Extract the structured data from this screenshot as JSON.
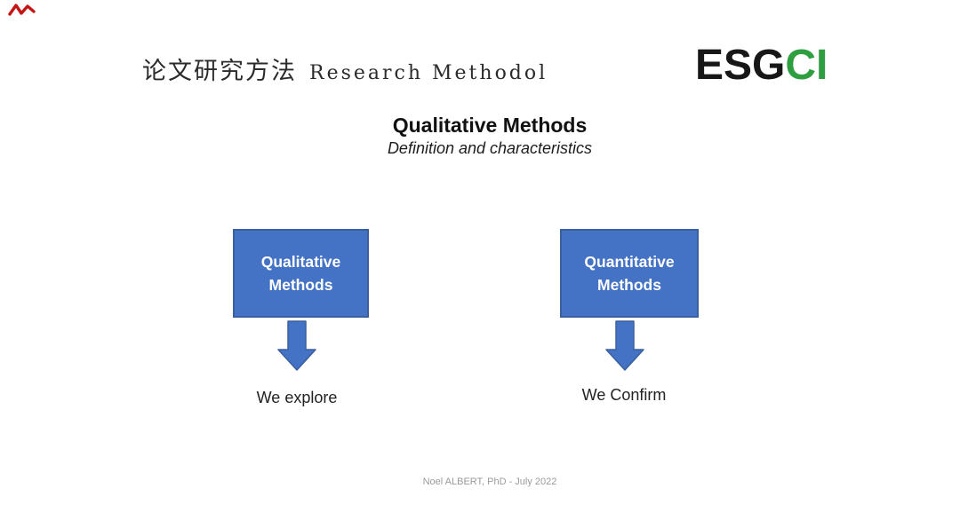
{
  "slide": {
    "header": {
      "title_cjk": "论文研究方法",
      "title_en": "Research Methodol"
    },
    "logo": {
      "black_part": "ESG",
      "green_part": "CI",
      "green_color": "#2f9e41",
      "black_color": "#171717"
    },
    "title": "Qualitative Methods",
    "subtitle": "Definition and characteristics",
    "diagram": {
      "boxes": [
        {
          "line1": "Qualitative",
          "line2": "Methods",
          "caption": "We explore"
        },
        {
          "line1": "Quantitative",
          "line2": "Methods",
          "caption": "We Confirm"
        }
      ],
      "box_fill_color": "#4472C4",
      "box_border_color": "#3a5f9f",
      "arrow_color": "#4472C4"
    },
    "footer": "Noel ALBERT, PhD - July 2022",
    "decorations": {
      "red_mark_color": "#c41414"
    }
  }
}
